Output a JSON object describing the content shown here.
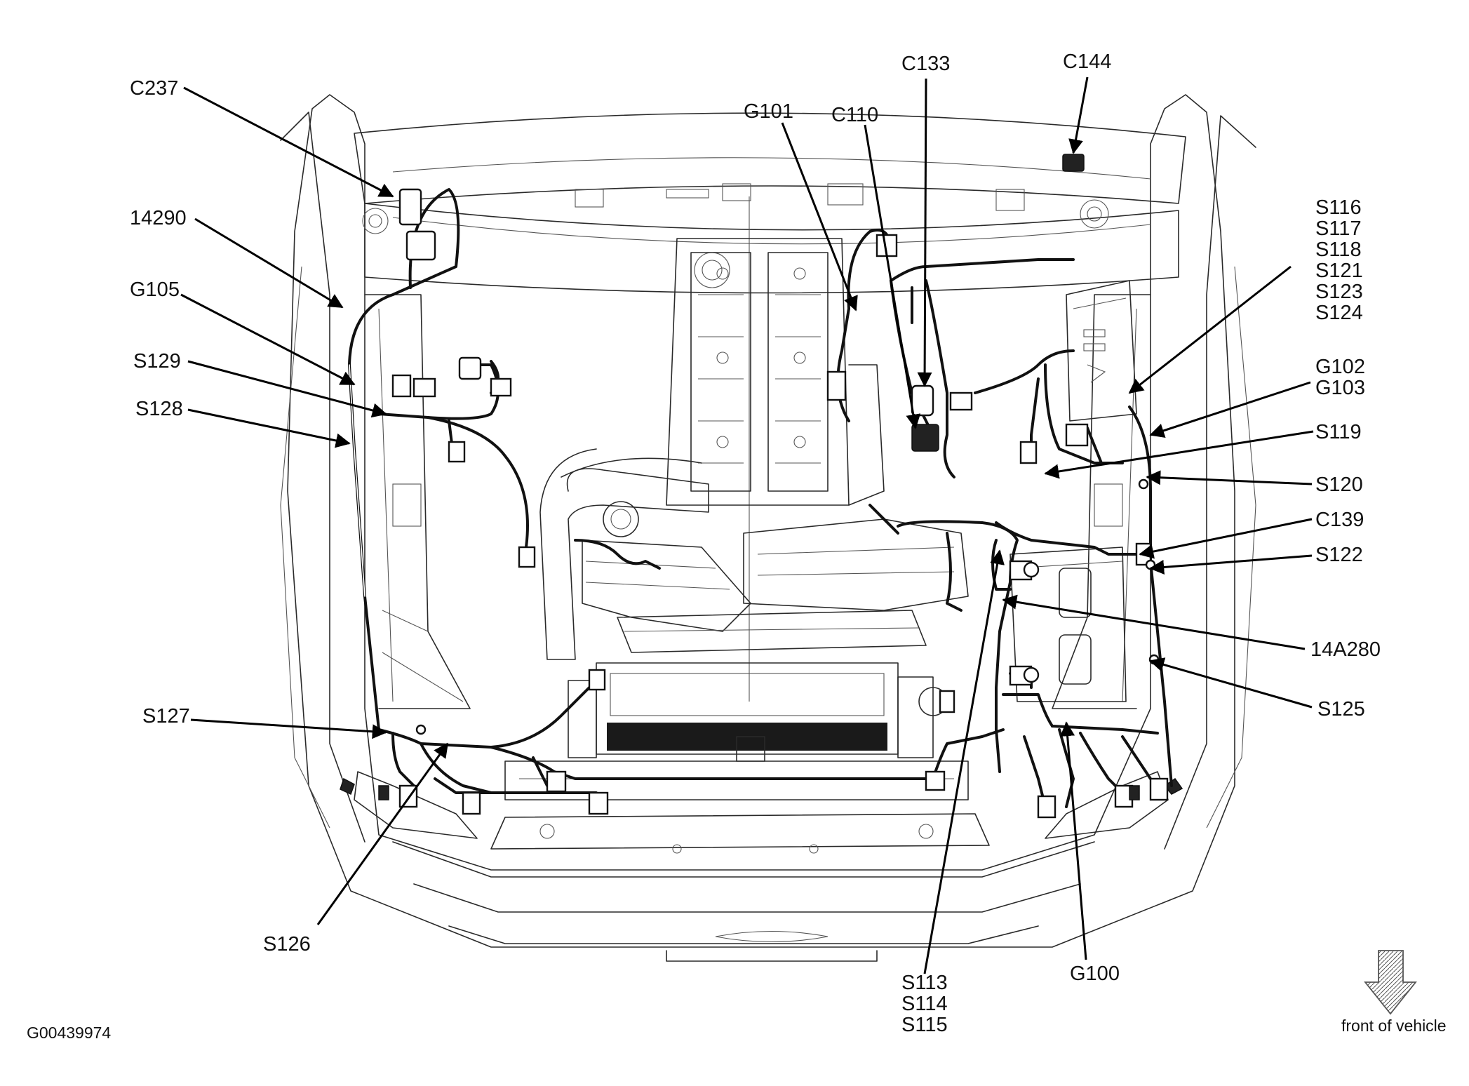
{
  "figure_id": "G00439974",
  "orientation_note": "front of vehicle",
  "labels": {
    "c237": "C237",
    "l14290": "14290",
    "g105": "G105",
    "s129": "S129",
    "s128": "S128",
    "s127": "S127",
    "s126": "S126",
    "g101": "G101",
    "c110": "C110",
    "c133": "C133",
    "c144": "C144",
    "s116": "S116",
    "s117": "S117",
    "s118": "S118",
    "s121": "S121",
    "s123": "S123",
    "s124": "S124",
    "g102": "G102",
    "g103": "G103",
    "s119": "S119",
    "s120": "S120",
    "c139": "C139",
    "s122": "S122",
    "l14a280": "14A280",
    "s125": "S125",
    "s113": "S113",
    "s114": "S114",
    "s115": "S115",
    "g100": "G100"
  }
}
